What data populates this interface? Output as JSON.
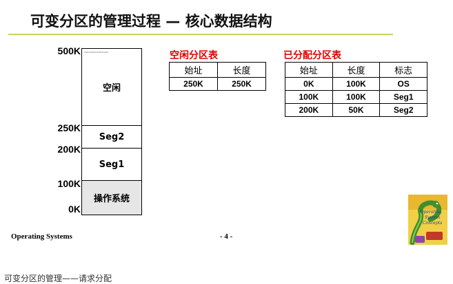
{
  "slide": {
    "title": "可变分区的管理过程 — 核心数据结构",
    "footer_left": "Operating Systems",
    "page": "- 4 -",
    "accent_color": "#c9d45a",
    "table_title_color": "#e00000"
  },
  "memory": {
    "address_labels": [
      "500K",
      "250K",
      "200K",
      "100K",
      "0K"
    ],
    "segments": [
      {
        "label": "空闲",
        "fill": "#ffffff"
      },
      {
        "label": "Seg2",
        "fill": "#ffffff"
      },
      {
        "label": "Seg1",
        "fill": "#ffffff"
      },
      {
        "label": "操作系统",
        "fill": "#e6e6e6"
      }
    ]
  },
  "free_table": {
    "title": "空闲分区表",
    "headers": [
      "始址",
      "长度"
    ],
    "rows": [
      [
        "250K",
        "250K"
      ]
    ]
  },
  "alloc_table": {
    "title": "已分配分区表",
    "headers": [
      "始址",
      "长度",
      "标志"
    ],
    "rows": [
      [
        "0K",
        "100K",
        "OS"
      ],
      [
        "100K",
        "100K",
        "Seg1"
      ],
      [
        "200K",
        "50K",
        "Seg2"
      ]
    ]
  },
  "book_cover": {
    "icon": "operating-system-concepts-book-cover",
    "text": [
      "Operating",
      "System",
      "Concepts"
    ]
  },
  "caption": "可变分区的管理——请求分配"
}
